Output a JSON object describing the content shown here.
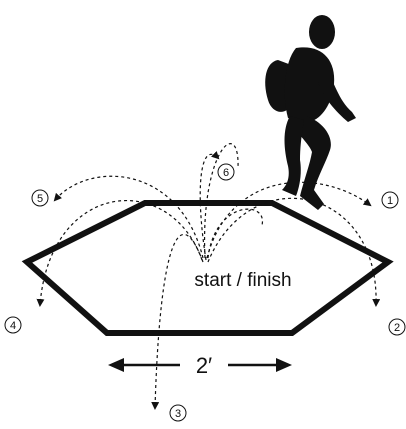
{
  "diagram": {
    "center_label": "start / finish",
    "dimension_label": "2′",
    "markers": [
      "1",
      "2",
      "3",
      "4",
      "5",
      "6"
    ],
    "colors": {
      "ink": "#111111",
      "background": "#ffffff"
    }
  }
}
